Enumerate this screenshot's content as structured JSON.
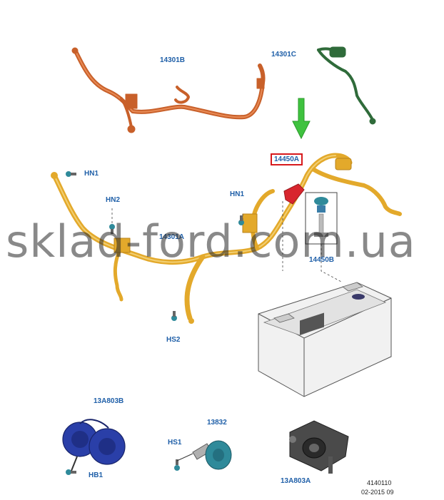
{
  "callouts": {
    "c14301B": "14301B",
    "c14301C": "14301C",
    "c14450A": "14450A",
    "cHN1a": "HN1",
    "cHN2": "HN2",
    "cHN1b": "HN1",
    "c14301A": "14301A",
    "c14450B": "14450B",
    "cHS2": "HS2",
    "c13A803B": "13A803B",
    "c13832": "13832",
    "cHS1": "HS1",
    "cHB1": "HB1",
    "c13A803A": "13A803A"
  },
  "watermark": "sklad-ford.com.ua",
  "footer": {
    "ref": "4140110",
    "date": "02-2015 09"
  },
  "colors": {
    "callout": "#1f5fa8",
    "highlight": "#d7191c",
    "harness_main": "#e3a92b",
    "harness_b": "#c8602a",
    "harness_c": "#2f6b3a",
    "clip_red": "#d8262e",
    "horn_blue": "#2a3fa8",
    "horn_teal": "#2f8a9a",
    "arrow_green": "#3fc23f"
  },
  "icons": {
    "arrow": "down-arrow-icon",
    "bolt": "bolt-icon"
  }
}
